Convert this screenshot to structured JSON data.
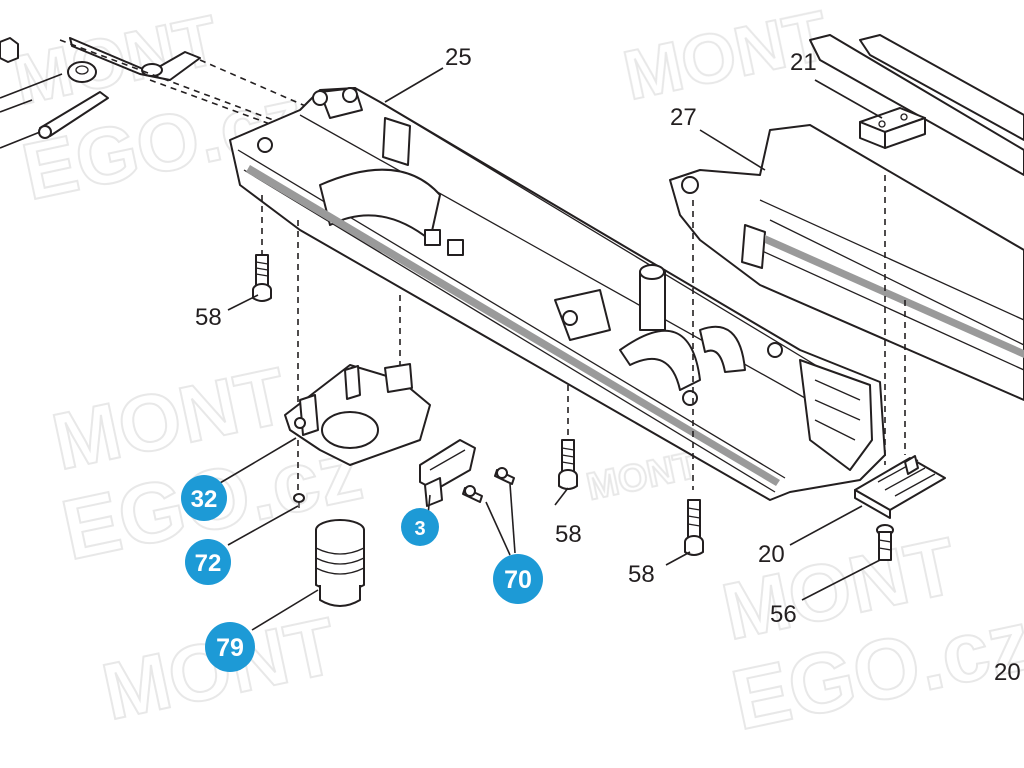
{
  "watermark": {
    "brand_top": "MONT",
    "brand_bottom": "EGO.cz"
  },
  "badge_color": "#1d9ad6",
  "labels": {
    "l25": "25",
    "l21": "21",
    "l27": "27",
    "l58a": "58",
    "l58b": "58",
    "l58c": "58",
    "l20": "20",
    "l56": "56",
    "l20b": "20"
  },
  "badges": {
    "b32": "32",
    "b72": "72",
    "b3": "3",
    "b70": "70",
    "b79": "79"
  }
}
